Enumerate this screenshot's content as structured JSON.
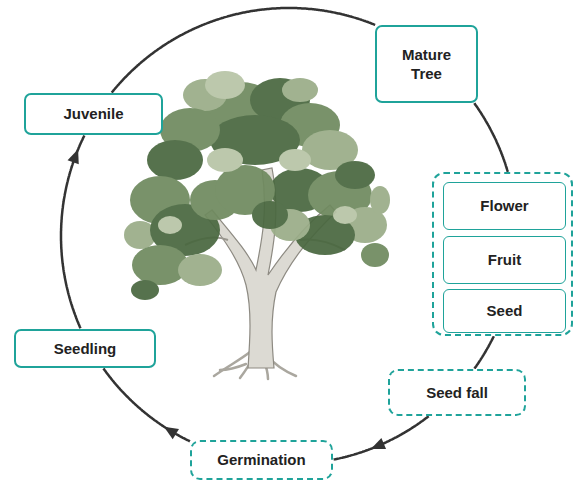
{
  "diagram": {
    "nodes": [
      {
        "text": [
          "Mature Tree"
        ]
      },
      {
        "text": []
      },
      {
        "text": [
          "Flower"
        ],
        "in": 1
      },
      {
        "text": [
          "Fruit"
        ],
        "in": 1
      },
      {
        "text": [
          "Seed"
        ],
        "in": 1
      },
      {
        "text": [
          "Seed fall"
        ]
      },
      {
        "text": [
          "Germination"
        ]
      },
      {
        "text": [
          "Seedling"
        ]
      },
      {
        "text": [
          "Juvenile"
        ]
      }
    ],
    "edges": [
      {
        "from": 0,
        "to": 1,
        "arrow": "none"
      },
      {
        "from": 1,
        "to": 5,
        "arrow": "none"
      },
      {
        "from": 5,
        "to": 6,
        "arrow": "to"
      },
      {
        "from": 6,
        "to": 7,
        "arrow": "to"
      },
      {
        "from": 7,
        "to": 8,
        "arrow": "to"
      },
      {
        "from": 8,
        "to": 0,
        "arrow": "none"
      }
    ]
  }
}
